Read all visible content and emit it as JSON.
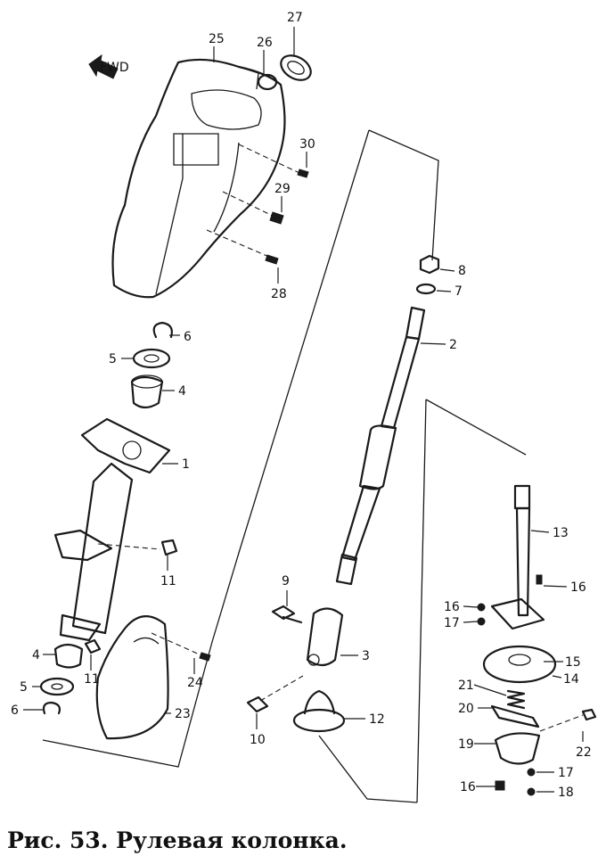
{
  "caption": "Рис. 53. Рулевая колонка.",
  "labels": {
    "p25": "25",
    "p26": "26",
    "p27": "27",
    "p30": "30",
    "p29": "29",
    "p28": "28",
    "p8": "8",
    "p7": "7",
    "p2": "2",
    "p6a": "6",
    "p5a": "5",
    "p4a": "4",
    "p1": "1",
    "p11a": "11",
    "p4b": "4",
    "p5b": "5",
    "p6b": "6",
    "p11b": "11",
    "p24": "24",
    "p23": "23",
    "p9": "9",
    "p3": "3",
    "p10": "10",
    "p12": "12",
    "p13": "13",
    "p16a": "16",
    "p16b": "16",
    "p17a": "17",
    "p15": "15",
    "p14": "14",
    "p21": "21",
    "p20": "20",
    "p19": "19",
    "p22": "22",
    "p17b": "17",
    "p16c": "16",
    "p18": "18"
  },
  "forward_arrow": {
    "text": "FWD"
  }
}
